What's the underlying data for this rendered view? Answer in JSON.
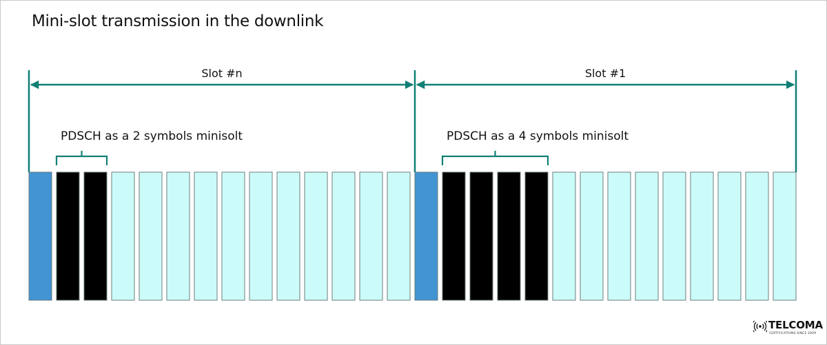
{
  "title": "Mini-slot transmission in the downlink",
  "colors": {
    "control_symbol": "#4294d3",
    "pdsch_symbol": "#000000",
    "data_symbol": "#ccfcfa",
    "symbol_border": "#6c7d7c",
    "arrow": "#0f7f74",
    "text": "#111111"
  },
  "slots": [
    {
      "label": "Slot #n",
      "minislot_label": "PDSCH as a  2 symbols minisolt",
      "minislot_symbols": 2,
      "symbols": [
        "control",
        "pdsch",
        "pdsch",
        "data",
        "data",
        "data",
        "data",
        "data",
        "data",
        "data",
        "data",
        "data",
        "data",
        "data"
      ]
    },
    {
      "label": "Slot #1",
      "minislot_label": "PDSCH as a  4 symbols minisolt",
      "minislot_symbols": 4,
      "symbols": [
        "control",
        "pdsch",
        "pdsch",
        "pdsch",
        "pdsch",
        "data",
        "data",
        "data",
        "data",
        "data",
        "data",
        "data",
        "data",
        "data"
      ]
    }
  ],
  "logo": {
    "name": "TELCOMA",
    "tagline": "CERTIFICATIONS SINCE 2009",
    "icon": "broadcast-signal-icon"
  }
}
